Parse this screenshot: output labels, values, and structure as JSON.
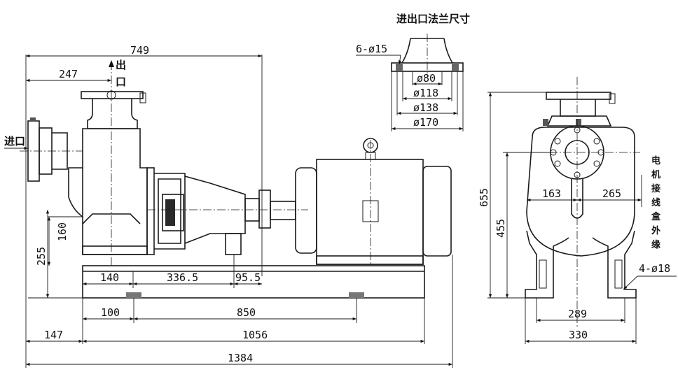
{
  "flange_view": {
    "title": "进出口法兰尺寸",
    "bolt_label": "6-ø15",
    "diameters": [
      "ø80",
      "ø118",
      "ø138",
      "ø170"
    ]
  },
  "side_view": {
    "dims": {
      "overall_top": "749",
      "outlet_offset": "247",
      "height_160": "160",
      "height_255": "255",
      "d140": "140",
      "d336": "336.5",
      "d95": "95.5",
      "d100": "100",
      "d850": "850",
      "d147": "147",
      "d1056": "1056",
      "d1384": "1384"
    },
    "outlet_label": [
      "出",
      "口"
    ],
    "inlet_label": "进口"
  },
  "end_view": {
    "dims": {
      "h655": "655",
      "h455": "455",
      "w163": "163",
      "w265": "265",
      "w289": "289",
      "w330": "330",
      "holes": "4-ø18"
    },
    "motor_box_label": [
      "电",
      "机",
      "接",
      "线",
      "盒",
      "外",
      "缘"
    ]
  }
}
